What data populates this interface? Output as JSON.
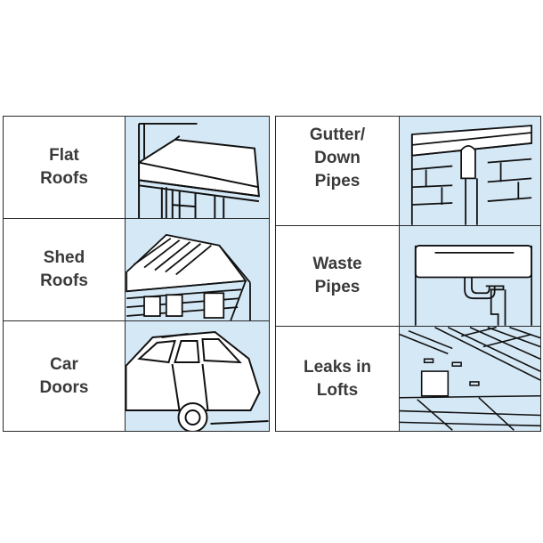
{
  "left_column": [
    {
      "label": "Flat\nRoofs",
      "icon": "flat-roof-icon"
    },
    {
      "label": "Shed\nRoofs",
      "icon": "shed-roof-icon"
    },
    {
      "label": "Car\nDoors",
      "icon": "car-doors-icon"
    }
  ],
  "right_column": [
    {
      "label": "Gutter/\nDown\nPipes",
      "icon": "gutter-downpipe-icon"
    },
    {
      "label": "Waste\nPipes",
      "icon": "waste-pipe-icon"
    },
    {
      "label": "Leaks in\nLofts",
      "icon": "loft-leak-icon"
    }
  ],
  "colors": {
    "illustration_background": "#d5e8f6",
    "border": "#2a2a2a",
    "text": "#3a3a3a"
  }
}
